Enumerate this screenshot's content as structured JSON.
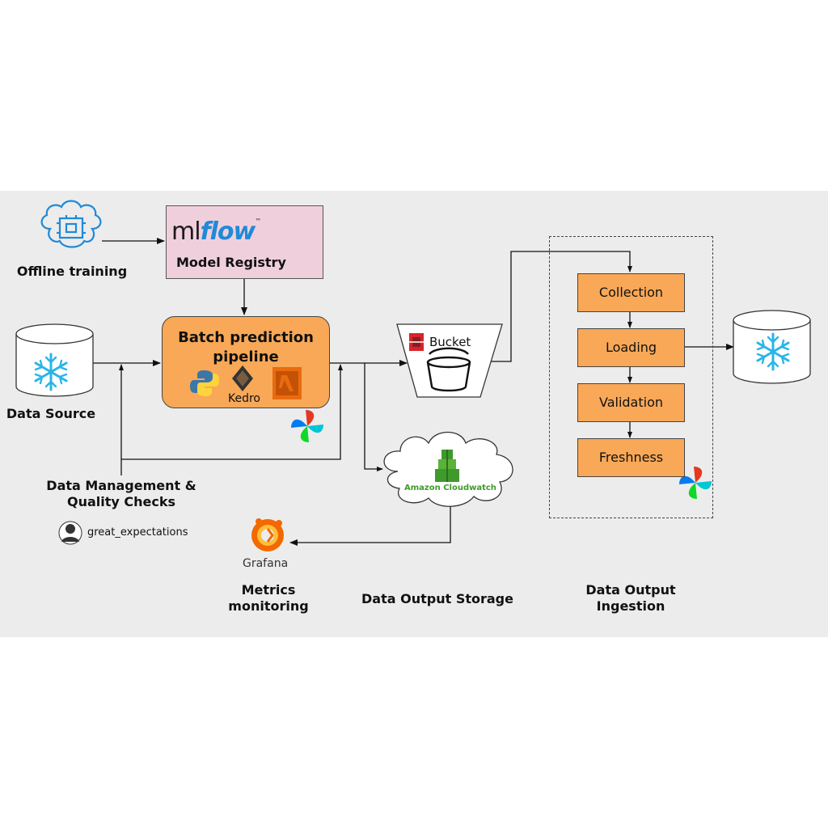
{
  "diagram": {
    "offline_training": "Offline training",
    "mlflow": {
      "logo_ml": "ml",
      "logo_flow": "flow",
      "logo_tm": "™",
      "label": "Model Registry"
    },
    "batch_pipeline": {
      "title_line1": "Batch prediction",
      "title_line2": "pipeline",
      "kedro": "Kedro"
    },
    "data_source": "Data Source",
    "dm_line1": "Data Management &",
    "dm_line2": "Quality Checks",
    "great_expectations": "great_expectations",
    "bucket": "Bucket",
    "cloudwatch": "Amazon Cloudwatch",
    "grafana": "Grafana",
    "metrics_line1": "Metrics",
    "metrics_line2": "monitoring",
    "output_storage": "Data Output Storage",
    "ingestion_line1": "Data Output",
    "ingestion_line2": "Ingestion",
    "stages": [
      "Collection",
      "Loading",
      "Validation",
      "Freshness"
    ]
  },
  "colors": {
    "background": "#ececec",
    "orange": "#f8a857",
    "mlflow_box": "#f0cfdc",
    "snowflake": "#29b5e8",
    "mlflow_blue": "#1f8ad8",
    "cloudwatch_green": "#3f9a2c",
    "grafana_orange": "#f46800"
  },
  "icons": [
    "brain-chip-icon",
    "snowflake-icon",
    "python-icon",
    "kedro-icon",
    "aws-lambda-icon",
    "airflow-icon",
    "s3-icon",
    "bucket-icon",
    "cloudwatch-icon",
    "grafana-icon",
    "great-expectations-icon"
  ]
}
